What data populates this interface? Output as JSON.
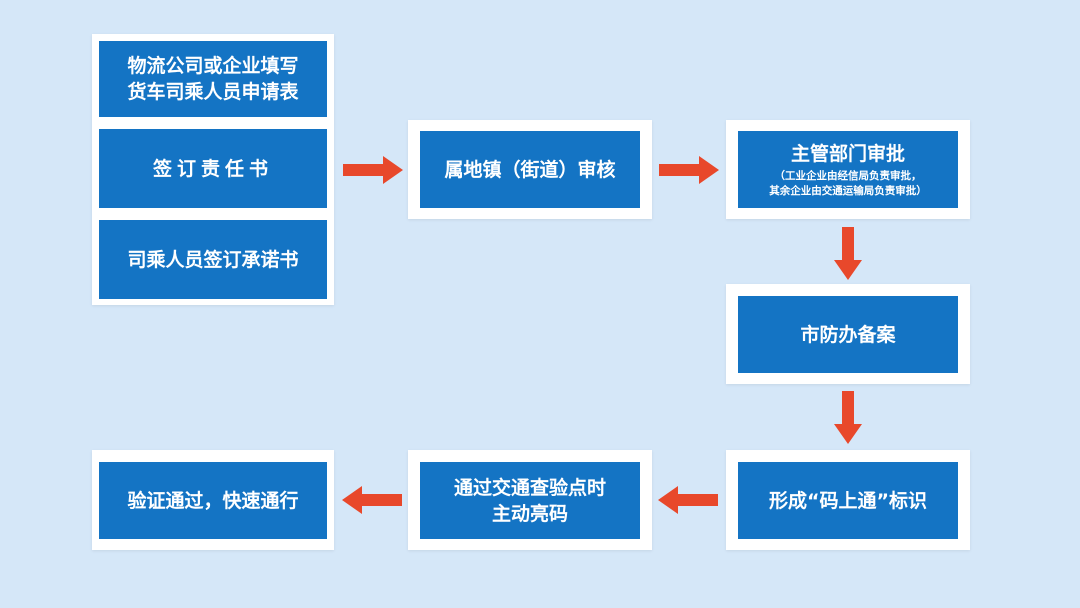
{
  "colors": {
    "background": "#d5e7f8",
    "box_fill": "#1474c4",
    "frame": "#ffffff",
    "arrow": "#e8482b",
    "text": "#ffffff"
  },
  "steps": {
    "apply_form": "物流公司或企业填写\n货车司乘人员申请表",
    "sign_responsibility": "签订责任书",
    "sign_pledge": "司乘人员签订承诺书",
    "town_review": "属地镇（街道）审核",
    "dept_approval": "主管部门审批",
    "dept_approval_note": "（工业企业由经信局负责审批，\n其余企业由交通运输局负责审批）",
    "city_record": "市防办备案",
    "code_mark": "形成“码上通”标识",
    "checkpoint": "通过交通查验点时\n主动亮码",
    "pass": "验证通过，快速通行"
  }
}
